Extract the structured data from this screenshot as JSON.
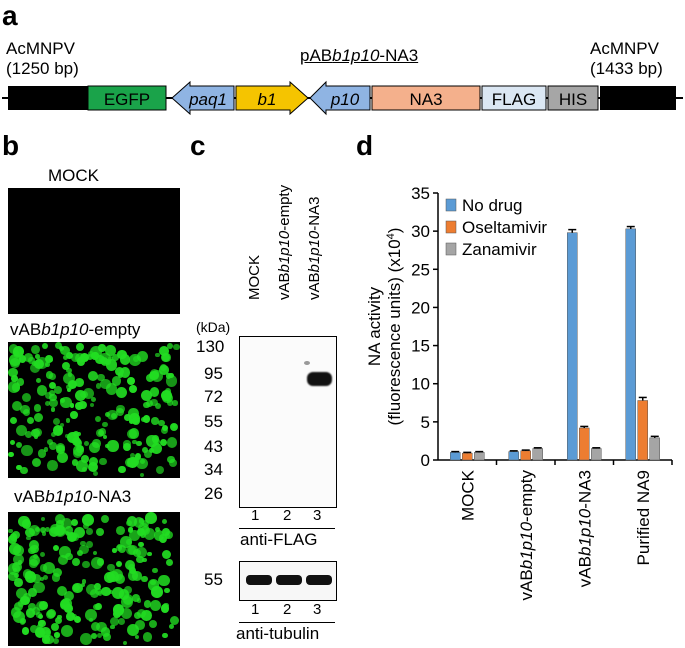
{
  "panels": {
    "a": "a",
    "b": "b",
    "c": "c",
    "d": "d"
  },
  "panel_a": {
    "left_arm": {
      "name": "AcMNPV",
      "size": "(1250 bp)"
    },
    "right_arm": {
      "name": "AcMNPV",
      "size": "(1433 bp)"
    },
    "construct_title": {
      "pre": "pAB",
      "ital": "b1p10",
      "post": "-NA3"
    },
    "elements": {
      "egfp": "EGFP",
      "paq1": "paq1",
      "b1": "b1",
      "p10": "p10",
      "na3": "NA3",
      "flag": "FLAG",
      "his": "HIS"
    },
    "colors": {
      "egfp": "#1aa34a",
      "paq1": "#8fb4e3",
      "b1": "#f5c400",
      "p10": "#8fb4e3",
      "na3": "#f4b08c",
      "flag": "#dbe7f3",
      "his": "#a6a6a6",
      "arm": "#000000"
    }
  },
  "panel_b": {
    "mock": "MOCK",
    "empty": {
      "pre": "vAB",
      "ital": "b1p10",
      "post": "-empty"
    },
    "na3": {
      "pre": "vAB",
      "ital": "b1p10",
      "post": "-NA3"
    },
    "fluorescence_color": "#22dd22"
  },
  "panel_c": {
    "lanes": [
      {
        "pre": "MOCK",
        "ital": "",
        "post": ""
      },
      {
        "pre": "vAB",
        "ital": "b1p10",
        "post": "-empty"
      },
      {
        "pre": "vAB",
        "ital": "b1p10",
        "post": "-NA3"
      }
    ],
    "kda_label": "(kDa)",
    "markers": [
      "130",
      "95",
      "72",
      "55",
      "43",
      "34",
      "26"
    ],
    "lane_numbers": [
      "1",
      "2",
      "3"
    ],
    "blot1_label": "anti-FLAG",
    "blot2_marker": "55",
    "blot2_label": "anti-tubulin"
  },
  "chart_data": {
    "type": "bar",
    "ylabel_line1": "NA activity",
    "ylabel_line2": "(fluorescence units) (x10",
    "ylabel_sup": "4",
    "ylabel_end": ")",
    "ylim": [
      0,
      35
    ],
    "yticks": [
      0,
      5,
      10,
      15,
      20,
      25,
      30,
      35
    ],
    "categories": [
      {
        "pre": "MOCK",
        "ital": "",
        "post": ""
      },
      {
        "pre": "vAB",
        "ital": "b1p10",
        "post": "-empty"
      },
      {
        "pre": "vAB",
        "ital": "b1p10",
        "post": "-NA3"
      },
      {
        "pre": "Purified NA9",
        "ital": "",
        "post": ""
      }
    ],
    "series": [
      {
        "name": "No drug",
        "color": "#5b9bd5",
        "values": [
          1.0,
          1.1,
          29.8,
          30.3
        ],
        "errors": [
          0.1,
          0.1,
          0.4,
          0.3
        ]
      },
      {
        "name": "Oseltamivir",
        "color": "#ed7d31",
        "values": [
          0.9,
          1.2,
          4.2,
          7.8
        ],
        "errors": [
          0.1,
          0.1,
          0.2,
          0.4
        ]
      },
      {
        "name": "Zanamivir",
        "color": "#a5a5a5",
        "values": [
          1.0,
          1.5,
          1.5,
          2.9
        ],
        "errors": [
          0.1,
          0.1,
          0.1,
          0.2
        ]
      }
    ],
    "legend_position": "top-left"
  }
}
